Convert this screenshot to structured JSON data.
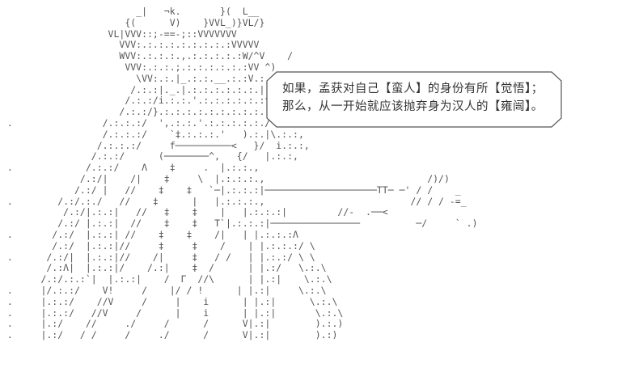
{
  "scene": {
    "background_color": "#ffffff",
    "ink_color": "#555555",
    "dialogue_color": "#333333"
  },
  "ascii_art": {
    "description": "AA character with tent-like robe holding a long horizontal spear",
    "color": "#555555",
    "lines": [
      "                        _|   ¬k.       }(  L__",
      "                      {(      V)    }VVL_)}VL/}",
      "                   VL|VVV::;-==-;::VVVVVVV",
      "                     VVV:.:.:.:.:.:.:.:.:VVVVV",
      "                     WVV:.:.:.:.,.:.:.:.:.:W/^V    /",
      "                      VVV:.:.:.;.:.:.:.:.:.:VV ^)",
      "                        \\VV:.:.|_.:.:.__.:.:V.:.:.i",
      "                       /.:.:|._.|.:.:.:.:.:.:.|.:.:.:',",
      "                      /.:.:/i.:.:.'.:.:.:.:.:.:tλ.:.:.,",
      "                     /.:.:/}.:.:.:.:.:.:.:.:.:.:.|\\.:.:.,",
      " .                /.:.:.:/  ',.:.:.'.:.:.:.:.:./ Λ.:.:.:,",
      "                  /.:.:.:/    `‡.:.:.:.'   ).:.|\\.:.:,",
      "                 /.:.:.:/     f──────────<   }/  i.:.:,",
      "                /.:.:/      (────────^,   {/   |.:.:,",
      " .             /.:.:/    Λ    ‡     .  |.:.:.,",
      "              /.:/|    /|    ‡     \\  |.:.:.:.,                             /)/)",
      "             /.:/ |   //    ‡    ‡   `─|.:.:.:|────────────────────TT─ ─' / /    _",
      " .        /.:/.:./   //    ‡      |   |.:.:.:.,                          // / / -=_",
      "           /.:/|.:.:|   //   ‡    ‡    |   |.:.:.:|         //-  .──<",
      "          /.:/ |.:.:|  //    ‡    ‡   T`|.:.:.:|────────────────          ─/     ` .)",
      " .       /.:/  |.:.:| //    ‡    ‡    /|   | |.:.:.:Λ",
      "         /.:/  |.:.:|//     ‡     ‡    /    | |.:.:.:/ \\",
      " .      /.:/|  |.:.:|//    /|     ‡   / /   | |.:.:/ \\ \\",
      "        /.:Λ|  |.:.:|/    /.:|    ‡  /      | |.:/   \\.:.\\",
      "       /.:/.:.:`|  |.:.:|    /  Γ  //\\      | |.:|    \\.:.\\",
      " .     |/.:.:/    V!     /    |/ / !      | |.:|     \\.:.\\",
      " .     |.:.:/    //V     /     |    i      | |.:|      \\.:.\\",
      " .     |.:.:/   //V     /      |    i      | |.:|       \\.:.\\",
      " .     |.:/    //     ./     /      /      V|.:|        ).:.)",
      " .     |.:/   / /     /     ./      /      V|.:|        ).:)"
    ]
  },
  "speech_bubble": {
    "border_color": "#555555",
    "fill_color": "#ffffff",
    "text_color": "#333333",
    "lines": [
      "如果，孟获对自己【蛮人】的身份有所【觉悟】；",
      "那么，从一开始就应该抛弃身为汉人的【雍闿】。"
    ]
  }
}
